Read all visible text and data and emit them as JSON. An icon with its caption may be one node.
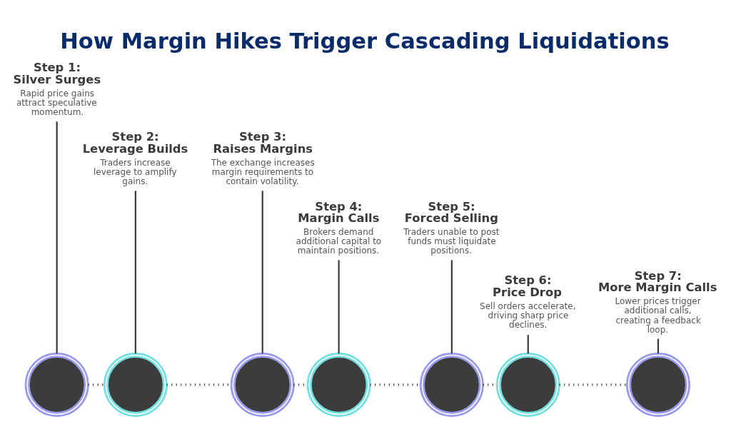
{
  "diagram": {
    "title": "How Margin Hikes Trigger Cascading Liquidations",
    "nodes": [
      {
        "text": [
          "Step 1: Silver Surges",
          "Rapid price gains attract speculative momentum."
        ]
      },
      {
        "text": [
          "Step 2: Leverage Builds",
          "Traders increase leverage to amplify gains."
        ]
      },
      {
        "text": [
          "Step 3: Raises Margins",
          "The exchange increases margin requirements to contain volatility."
        ]
      },
      {
        "text": [
          "Step 4: Margin Calls",
          "Brokers demand additional capital to maintain positions."
        ]
      },
      {
        "text": [
          "Step 5: Forced Selling",
          "Traders unable to post funds must liquidate positions."
        ]
      },
      {
        "text": [
          "Step 6: Price Drop",
          "Sell orders accelerate, driving sharp price declines."
        ]
      },
      {
        "text": [
          "Step 7: More Margin Calls",
          "Lower prices trigger additional calls, creating a feedback loop."
        ]
      },
      {
        "text": [],
        "shape": "circle"
      },
      {
        "text": [],
        "shape": "circle"
      },
      {
        "text": [],
        "shape": "circle"
      },
      {
        "text": [],
        "shape": "circle"
      },
      {
        "text": [],
        "shape": "circle"
      },
      {
        "text": [],
        "shape": "circle"
      },
      {
        "text": [],
        "shape": "circle"
      }
    ],
    "edges": [
      {
        "from": 0,
        "to": 7,
        "arrow": "none"
      },
      {
        "from": 1,
        "to": 8,
        "arrow": "none"
      },
      {
        "from": 2,
        "to": 9,
        "arrow": "none"
      },
      {
        "from": 3,
        "to": 10,
        "arrow": "none"
      },
      {
        "from": 4,
        "to": 11,
        "arrow": "none"
      },
      {
        "from": 5,
        "to": 12,
        "arrow": "none"
      },
      {
        "from": 6,
        "to": 13,
        "arrow": "none"
      },
      {
        "from": 7,
        "to": 8,
        "arrow": "none",
        "style": "dashed"
      },
      {
        "from": 8,
        "to": 9,
        "arrow": "none",
        "style": "dashed"
      },
      {
        "from": 9,
        "to": 10,
        "arrow": "none",
        "style": "dashed"
      },
      {
        "from": 10,
        "to": 11,
        "arrow": "none",
        "style": "dashed"
      },
      {
        "from": 11,
        "to": 12,
        "arrow": "none",
        "style": "dashed"
      },
      {
        "from": 12,
        "to": 13,
        "arrow": "none",
        "style": "dashed"
      }
    ]
  }
}
